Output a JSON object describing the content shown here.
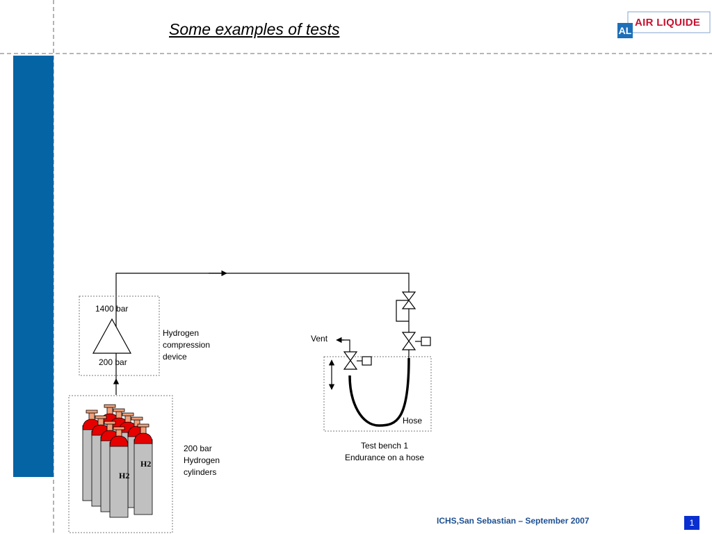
{
  "slide": {
    "title": "Some examples of tests",
    "logo_text": "AIR LIQUIDE",
    "logo_mark": "AL",
    "footer": "ICHS,San Sebastian – September 2007",
    "page_number": "1",
    "colors": {
      "sidebar": "#0464a4",
      "logo_red": "#c8102e",
      "logo_blue": "#1d6fb8",
      "cylinder_red": "#e60000",
      "cylinder_grey": "#c0c0c0",
      "valve_orange": "#f0a07a",
      "page_badge": "#0a2fd0"
    }
  },
  "diagram": {
    "compressor": {
      "top_label": "1400 bar",
      "bottom_label": "200 bar",
      "caption": [
        "Hydrogen",
        "compression",
        "device"
      ]
    },
    "cylinders": {
      "caption": [
        "200 bar",
        "Hydrogen",
        "cylinders"
      ],
      "tag": "H2"
    },
    "vent_label": "Vent",
    "hose_label": "Hose",
    "bench_caption": [
      "Test bench 1",
      "Endurance on a hose"
    ]
  }
}
